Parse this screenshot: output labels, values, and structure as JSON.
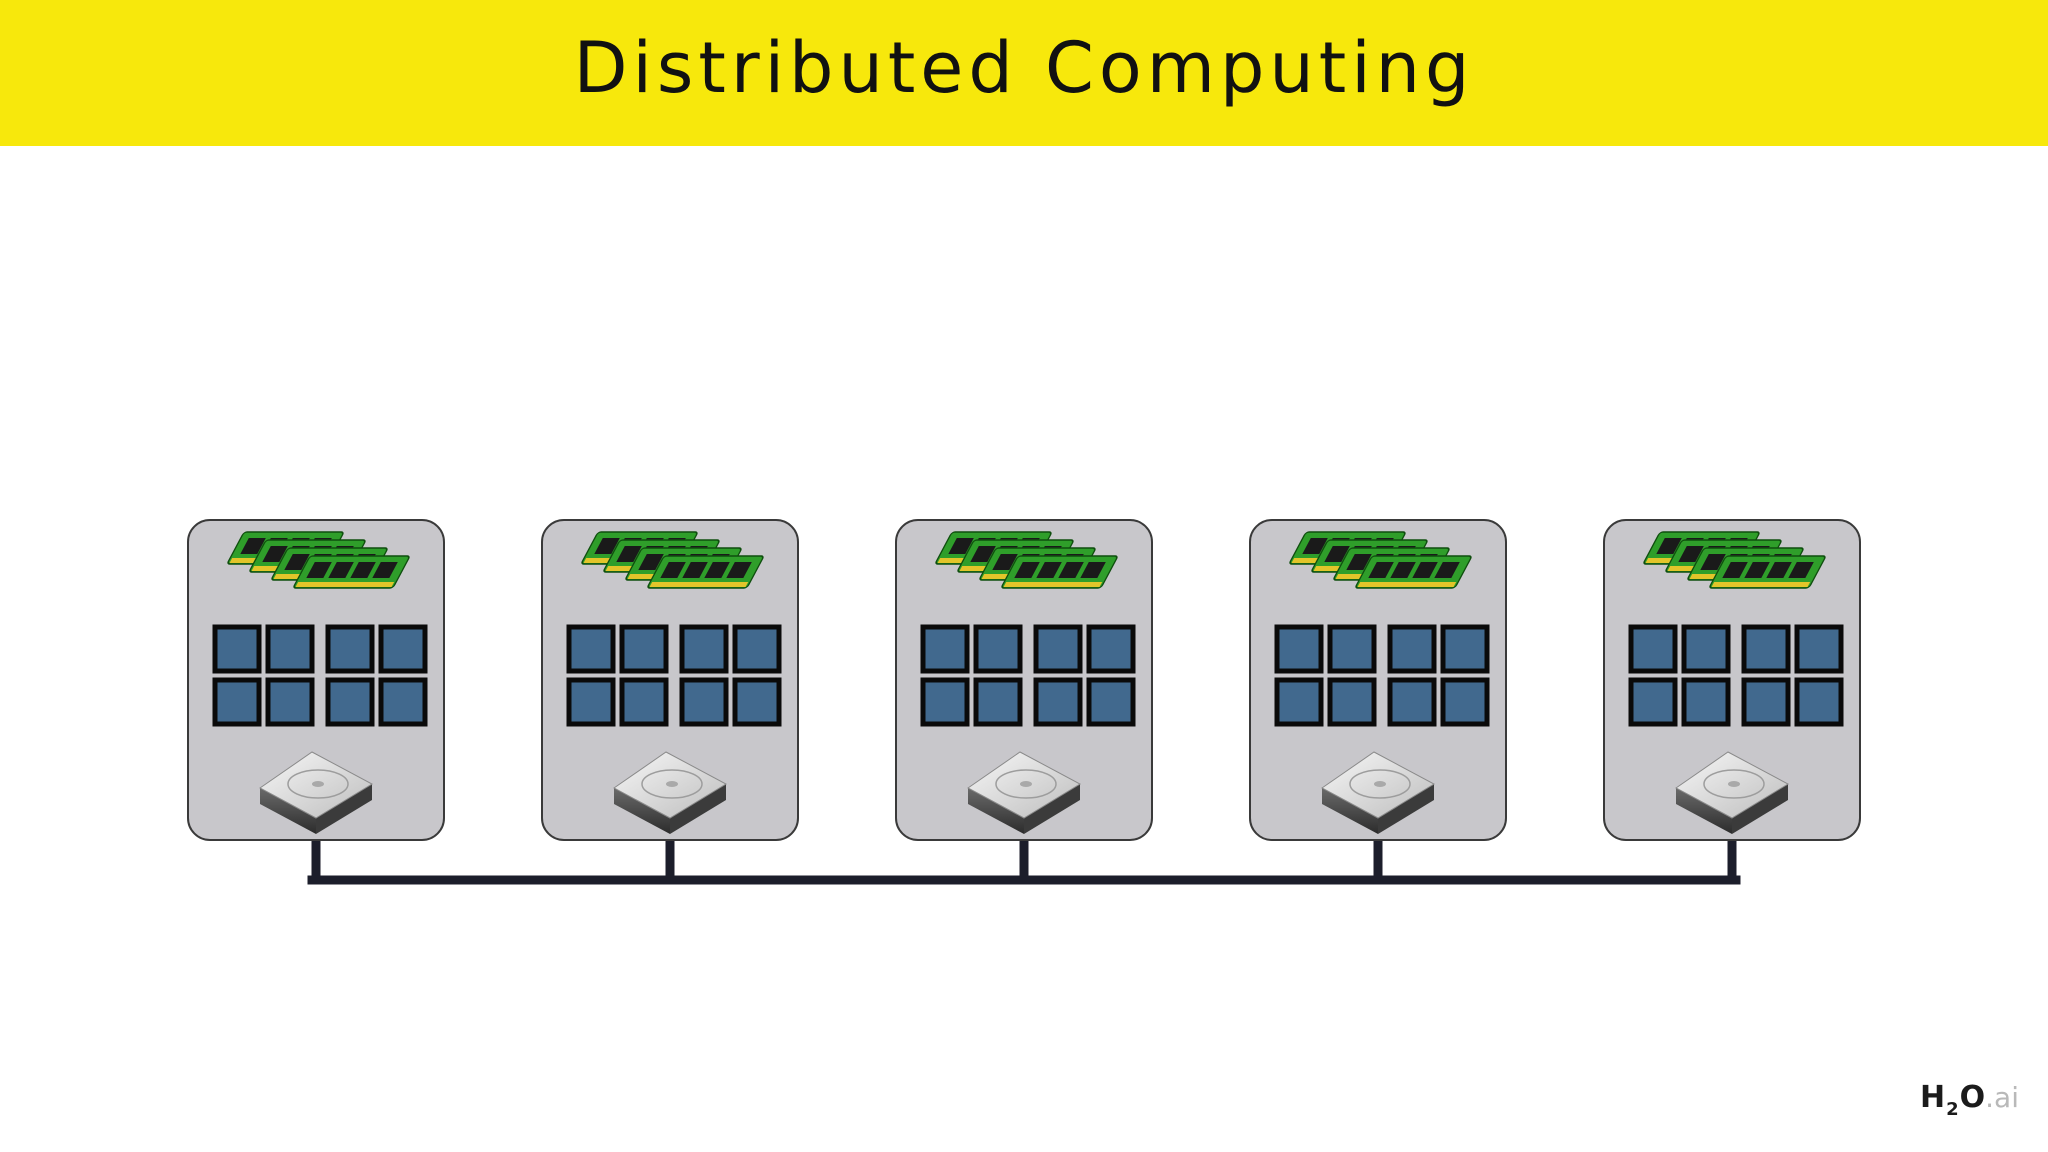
{
  "slide": {
    "title": "Distributed Computing"
  },
  "diagram": {
    "nodes": [
      {
        "id": "node-1",
        "memory_modules": 4,
        "cpu_cores": 8,
        "disks": 1
      },
      {
        "id": "node-2",
        "memory_modules": 4,
        "cpu_cores": 8,
        "disks": 1
      },
      {
        "id": "node-3",
        "memory_modules": 4,
        "cpu_cores": 8,
        "disks": 1
      },
      {
        "id": "node-4",
        "memory_modules": 4,
        "cpu_cores": 8,
        "disks": 1
      },
      {
        "id": "node-5",
        "memory_modules": 4,
        "cpu_cores": 8,
        "disks": 1
      }
    ],
    "connection": "shared-network-bus",
    "colors": {
      "title_bar": "#f7e80c",
      "node_fill": "#c8c7cb",
      "cpu_core": "#41698e",
      "memory_pcb": "#2f9e2a",
      "bus": "#1c1e2b"
    }
  },
  "logo": {
    "h": "H",
    "subscript": "2",
    "o": "O",
    "suffix": ".ai"
  }
}
